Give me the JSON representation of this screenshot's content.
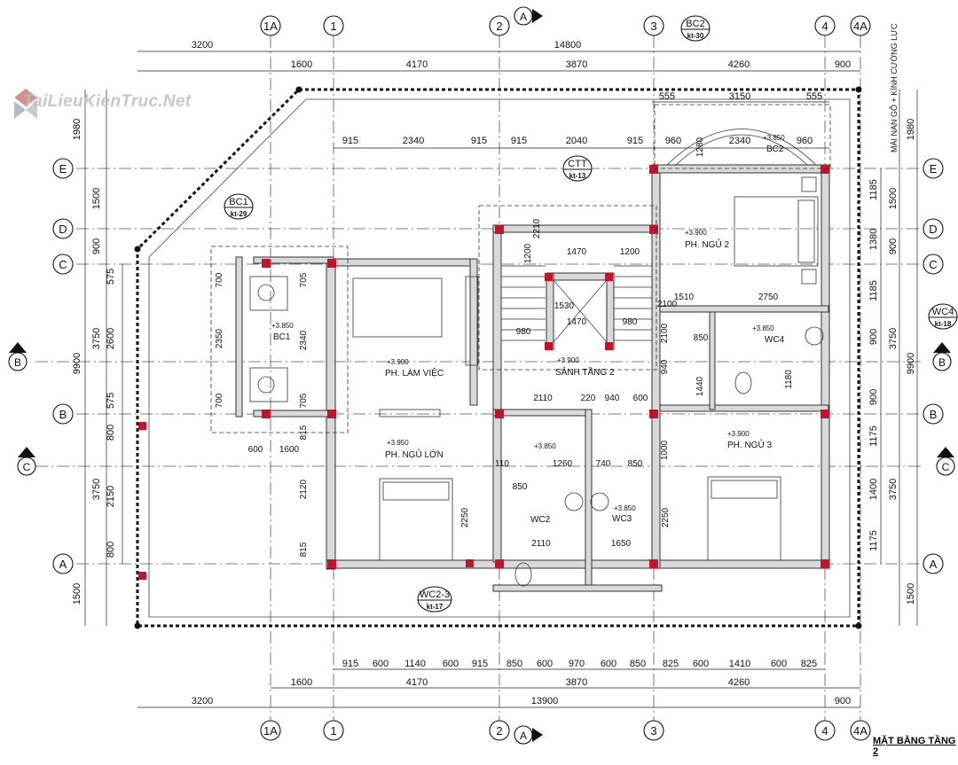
{
  "drawing": {
    "title": "MẶT BẰNG TẦNG 2",
    "side_note": "MÁI NAN GỖ + KÍNH CƯỜNG LỰC",
    "watermark": "TaiLieuKienTruc.Net"
  },
  "grid_axes": {
    "vertical": [
      "1A",
      "1",
      "2",
      "3",
      "4",
      "4A"
    ],
    "horizontal": [
      "E",
      "D",
      "C",
      "B",
      "A"
    ]
  },
  "sections": [
    "A",
    "B",
    "C"
  ],
  "dimensions": {
    "top_overall": "14800",
    "top_left": "3200",
    "top_bays": [
      "1600",
      "4170",
      "3870",
      "4260",
      "900"
    ],
    "top_balcony": [
      "555",
      "3150",
      "555"
    ],
    "top_detail": [
      "915",
      "2340",
      "915",
      "915",
      "2040",
      "915",
      "960",
      "2340",
      "960"
    ],
    "bottom_detail": [
      "915",
      "600",
      "1140",
      "600",
      "915",
      "850",
      "600",
      "970",
      "600",
      "850",
      "825",
      "600",
      "1410",
      "600",
      "825"
    ],
    "bottom_bays": [
      "1600",
      "4170",
      "3870",
      "4260",
      "900"
    ],
    "bottom_overall": "13900",
    "bottom_left": "3200",
    "left_outer": [
      "1980",
      "1500",
      "900",
      "3750",
      "800",
      "3750",
      "800",
      "1500"
    ],
    "left_overall": "9900",
    "left_inner": [
      "575",
      "2600",
      "575",
      "2150"
    ],
    "right_outer": [
      "1980",
      "1500",
      "900",
      "3750",
      "3750",
      "1500"
    ],
    "right_overall": "9900",
    "right_inner": [
      "1185",
      "1380",
      "1185",
      "900",
      "900",
      "1175",
      "1400",
      "1175"
    ]
  },
  "callouts": [
    {
      "code": "BC2",
      "sheet": "kt-30"
    },
    {
      "code": "CTT",
      "sheet": "kt-13"
    },
    {
      "code": "BC1",
      "sheet": "kt-29"
    },
    {
      "code": "WC4",
      "sheet": "kt-18"
    },
    {
      "code": "WC2-3",
      "sheet": "kt-17"
    }
  ],
  "rooms": [
    {
      "name": "PH. LÀM VIỆC",
      "level": "+3.900"
    },
    {
      "name": "SẢNH TẦNG 2",
      "level": "+3.900"
    },
    {
      "name": "PH. NGỦ 2",
      "level": "+3.900"
    },
    {
      "name": "WC4",
      "level": "+3.850"
    },
    {
      "name": "PH. NGỦ 3",
      "level": "+3.900"
    },
    {
      "name": "PH. NGỦ LỚN",
      "level": "+3.950"
    },
    {
      "name": "WC2",
      "level": "+3.850"
    },
    {
      "name": "WC3",
      "level": "+3.850"
    },
    {
      "name": "BC1",
      "level": "+3.850"
    },
    {
      "name": "BC2",
      "level": "+3.850"
    }
  ],
  "interior_dims": [
    "1470",
    "1200",
    "1470",
    "980",
    "980",
    "1530",
    "2100",
    "1510",
    "2750",
    "850",
    "2110",
    "220",
    "940",
    "600",
    "1260",
    "740",
    "850",
    "110",
    "850",
    "2110",
    "1650",
    "2250",
    "2250",
    "2120",
    "815",
    "815",
    "600",
    "1600",
    "705",
    "2340",
    "705",
    "700",
    "2350",
    "700",
    "1440",
    "1180",
    "940",
    "1000",
    "2210",
    "1200",
    "2100",
    "1280"
  ],
  "colors": {
    "ink": "#111111",
    "column_red": "#c0152a",
    "wall_fill": "#d9d9d9",
    "watermark": "#bebebe"
  }
}
